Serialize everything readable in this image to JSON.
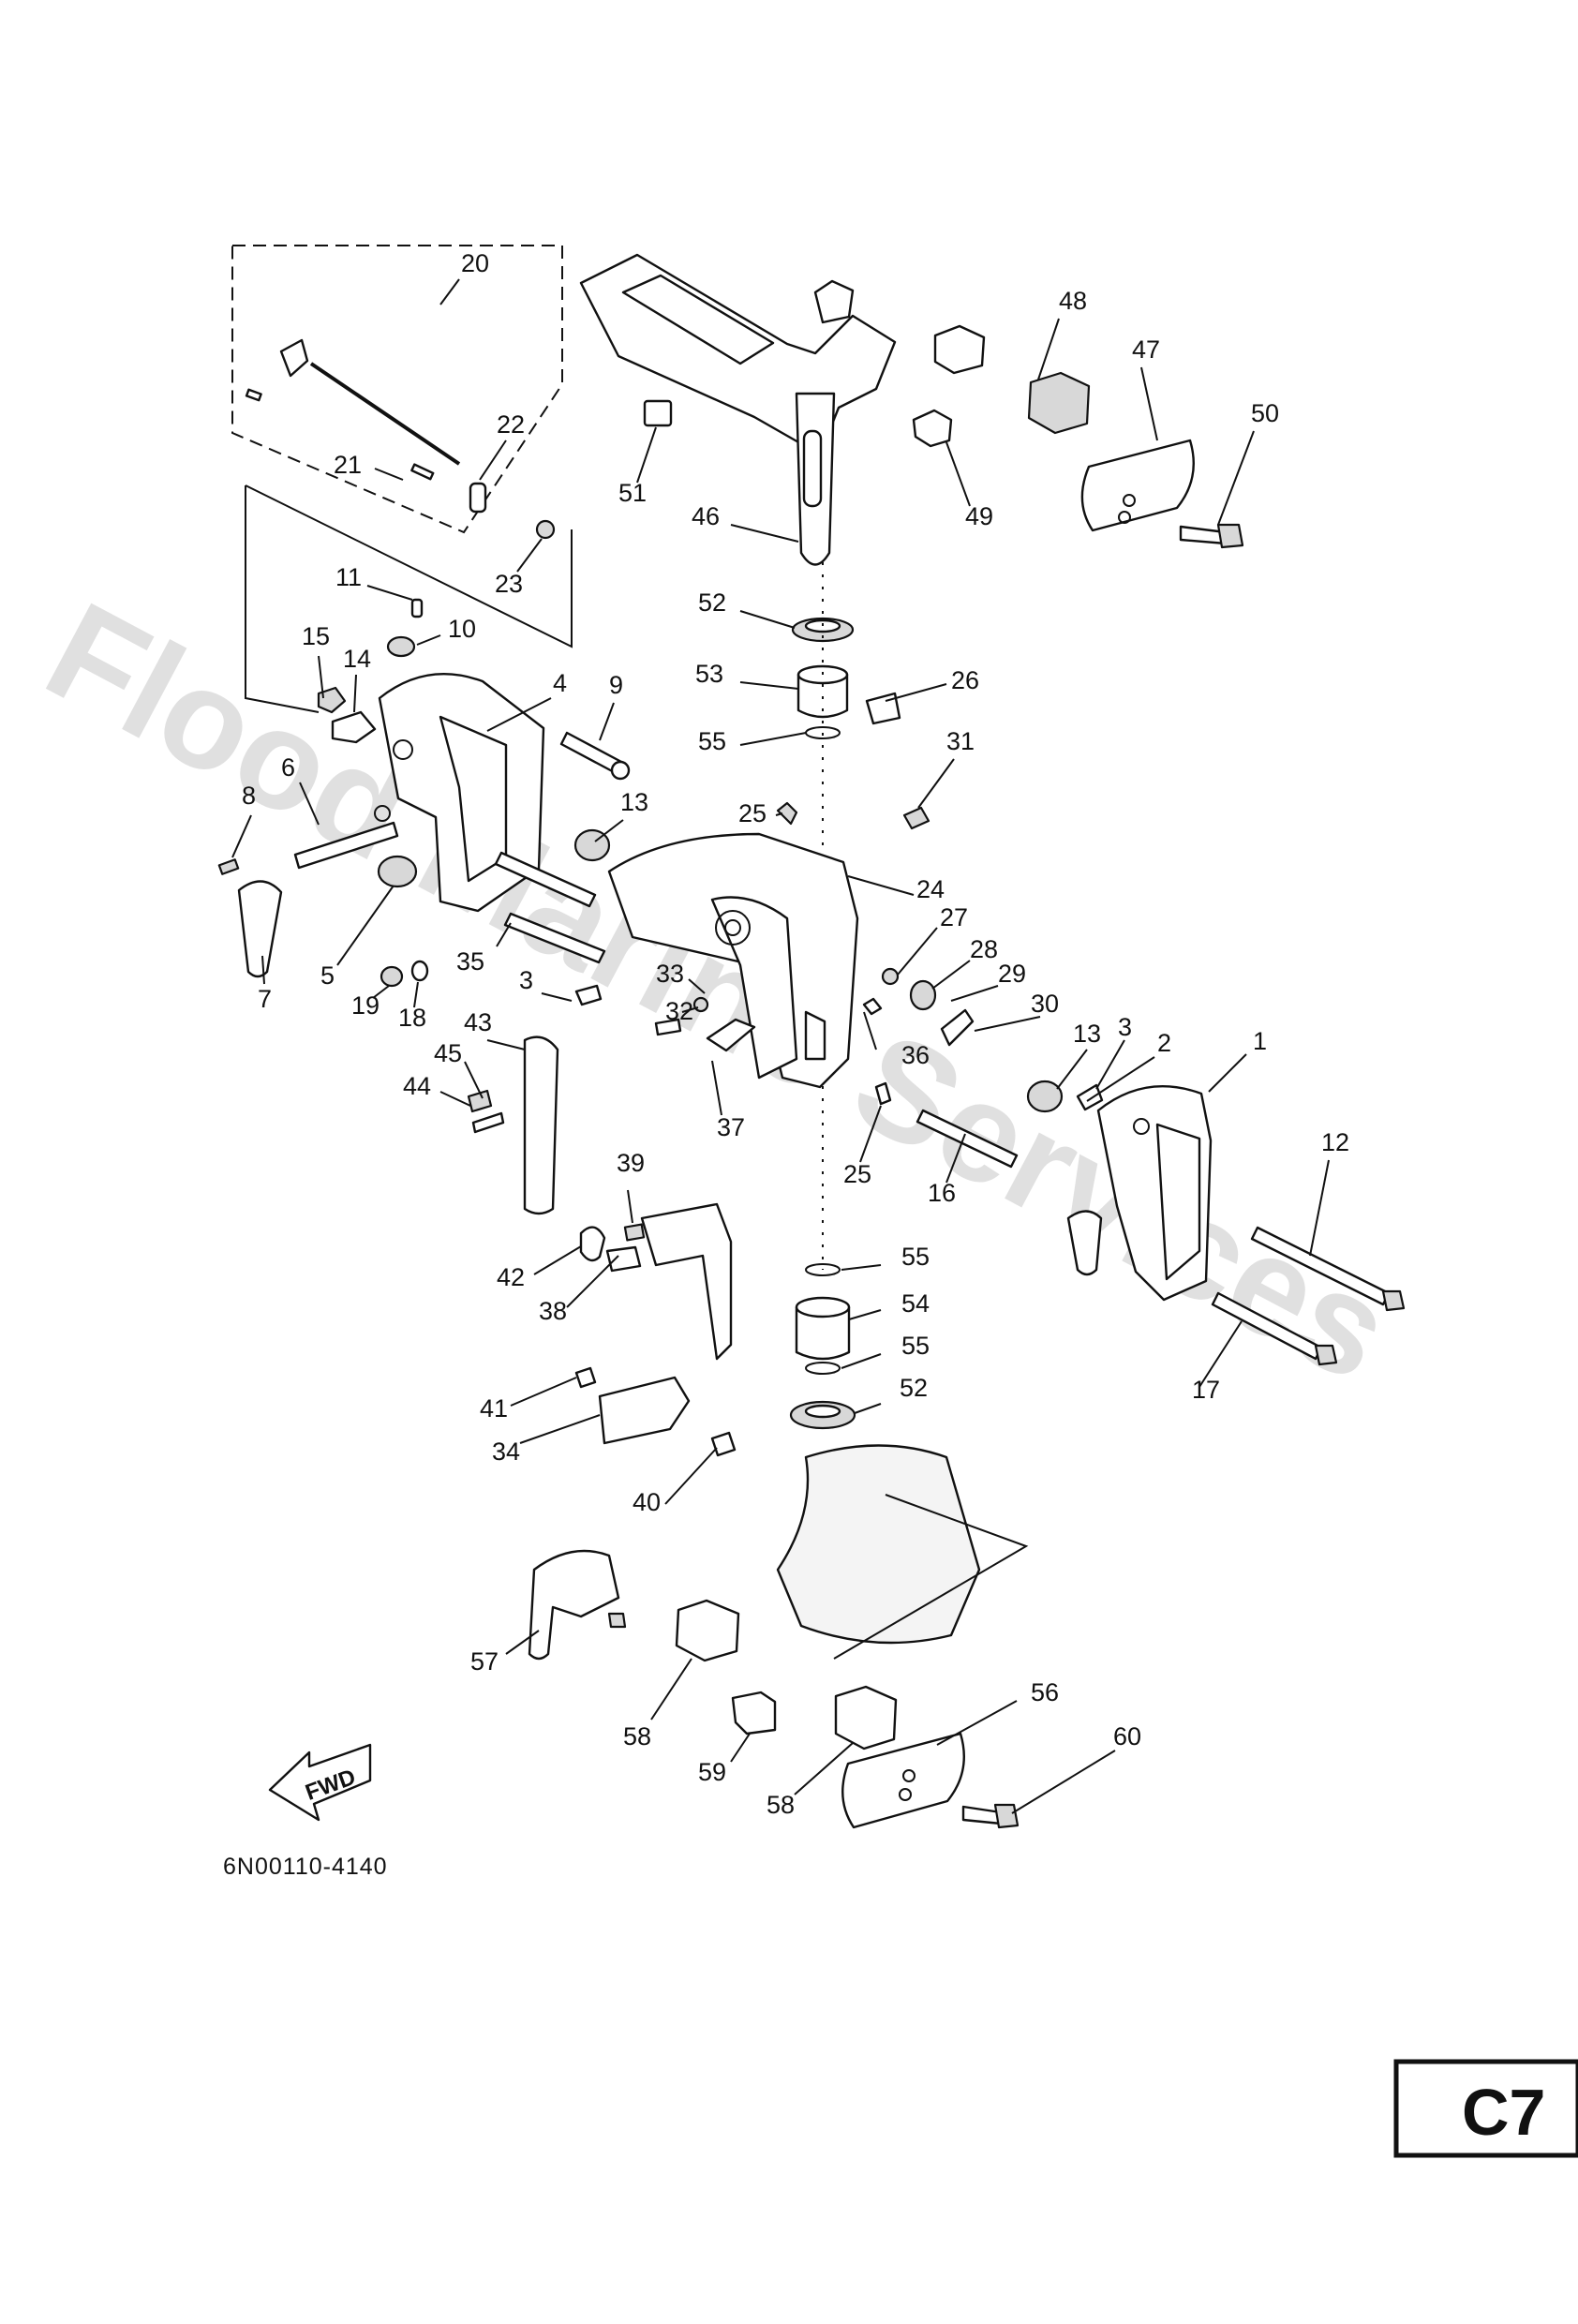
{
  "watermark": "Flood Marine Services",
  "catalog_code": "6N00110-4140",
  "page_badge": "C7",
  "direction_label": "FWD",
  "callouts": [
    {
      "n": "1"
    },
    {
      "n": "2"
    },
    {
      "n": "3"
    },
    {
      "n": "3"
    },
    {
      "n": "4"
    },
    {
      "n": "5"
    },
    {
      "n": "6"
    },
    {
      "n": "7"
    },
    {
      "n": "8"
    },
    {
      "n": "9"
    },
    {
      "n": "10"
    },
    {
      "n": "11"
    },
    {
      "n": "12"
    },
    {
      "n": "13"
    },
    {
      "n": "13"
    },
    {
      "n": "14"
    },
    {
      "n": "15"
    },
    {
      "n": "16"
    },
    {
      "n": "17"
    },
    {
      "n": "18"
    },
    {
      "n": "19"
    },
    {
      "n": "20"
    },
    {
      "n": "21"
    },
    {
      "n": "22"
    },
    {
      "n": "23"
    },
    {
      "n": "24"
    },
    {
      "n": "25"
    },
    {
      "n": "25"
    },
    {
      "n": "26"
    },
    {
      "n": "27"
    },
    {
      "n": "28"
    },
    {
      "n": "29"
    },
    {
      "n": "30"
    },
    {
      "n": "31"
    },
    {
      "n": "32"
    },
    {
      "n": "33"
    },
    {
      "n": "34"
    },
    {
      "n": "35"
    },
    {
      "n": "36"
    },
    {
      "n": "37"
    },
    {
      "n": "38"
    },
    {
      "n": "39"
    },
    {
      "n": "40"
    },
    {
      "n": "41"
    },
    {
      "n": "42"
    },
    {
      "n": "43"
    },
    {
      "n": "44"
    },
    {
      "n": "45"
    },
    {
      "n": "46"
    },
    {
      "n": "47"
    },
    {
      "n": "48"
    },
    {
      "n": "49"
    },
    {
      "n": "50"
    },
    {
      "n": "51"
    },
    {
      "n": "52"
    },
    {
      "n": "52"
    },
    {
      "n": "53"
    },
    {
      "n": "54"
    },
    {
      "n": "55"
    },
    {
      "n": "55"
    },
    {
      "n": "55"
    },
    {
      "n": "56"
    },
    {
      "n": "57"
    },
    {
      "n": "58"
    },
    {
      "n": "58"
    },
    {
      "n": "59"
    },
    {
      "n": "60"
    }
  ]
}
